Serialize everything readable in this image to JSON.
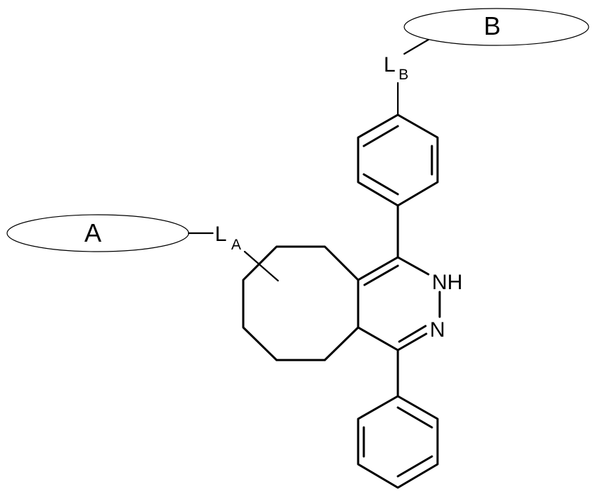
{
  "substituents": {
    "a": {
      "label": "A",
      "linker": "L",
      "linker_sub": "A"
    },
    "b": {
      "label": "B",
      "linker": "L",
      "linker_sub": "B"
    }
  },
  "atoms": {
    "nh": "NH",
    "n": "N"
  }
}
